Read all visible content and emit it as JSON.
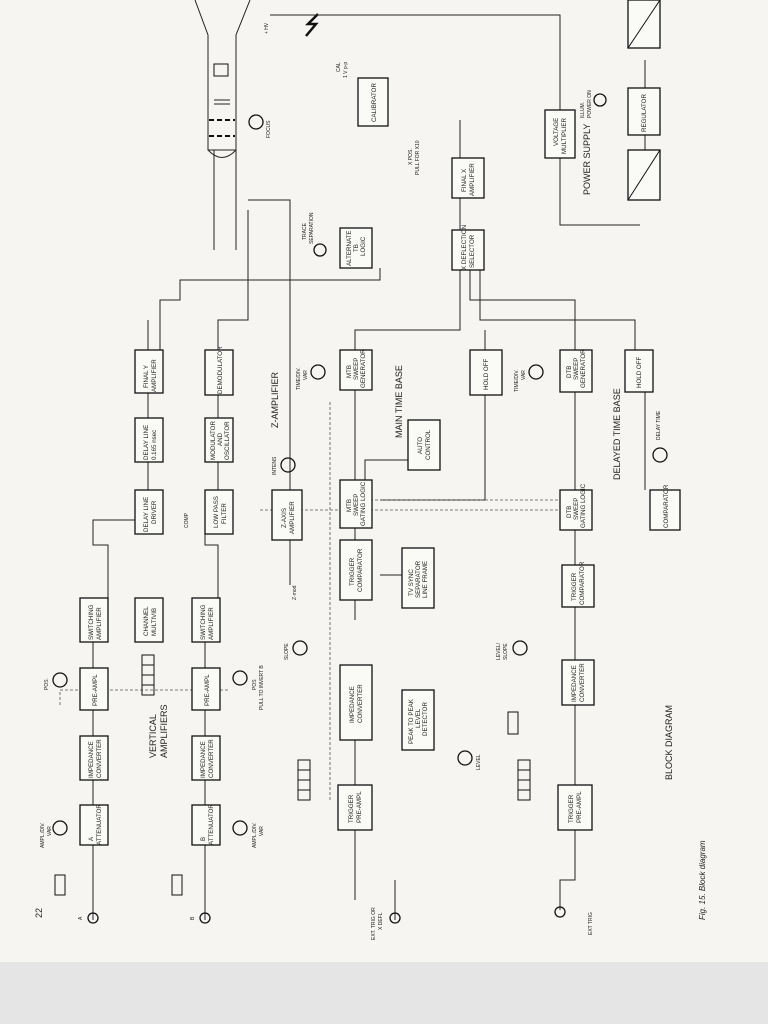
{
  "page": {
    "page_number": "22",
    "caption": "Fig. 15. Block diagram",
    "heading": "BLOCK DIAGRAM"
  },
  "sections": {
    "vertical_amplifiers": [
      "VERTICAL",
      "AMPLIFIERS"
    ],
    "main_time_base": "MAIN TIME BASE",
    "delayed_time_base": "DELAYED TIME BASE",
    "z_amplifier": "Z-AMPLIFIER",
    "power_supply": "POWER SUPPLY"
  },
  "blocks": {
    "a_attenuator": [
      "A",
      "ATTENUATOR"
    ],
    "a_impedance": [
      "IMPEDANCE",
      "CONVERTER"
    ],
    "a_preampl": [
      "PRE-AMPL"
    ],
    "a_switching": [
      "SWITCHING",
      "AMPLIFIER"
    ],
    "delay_line_driver": [
      "DELAY LINE",
      "DRIVER"
    ],
    "delay_line": [
      "DELAY LINE",
      "0.165 nsec"
    ],
    "final_y": [
      "FINAL Y",
      "AMPLIFIER"
    ],
    "channel_multivib": [
      "CHANNEL",
      "MULTIVIB"
    ],
    "low_pass": [
      "LOW PASS",
      "FILTER"
    ],
    "modulator": [
      "MODULATOR",
      "AND",
      "OSCILLATOR"
    ],
    "demodulator": [
      "DEMODULATOR"
    ],
    "b_attenuator": [
      "B",
      "ATTENUATOR"
    ],
    "b_impedance": [
      "IMPEDANCE",
      "CONVERTER"
    ],
    "b_preampl": [
      "PRE-AMPL"
    ],
    "b_switching": [
      "SWITCHING",
      "AMPLIFIER"
    ],
    "z_axis_amp": [
      "Z-AXIS",
      "AMPLIFIER"
    ],
    "trigger_preampl_m": [
      "TRIGGER",
      "PRE-AMPL"
    ],
    "impedance_m": [
      "IMPEDANCE",
      "CONVERTER"
    ],
    "trigger_comp_m": [
      "TRIGGER",
      "COMPARATOR"
    ],
    "tv_sync": [
      "TV SYNC",
      "SEPARATOR",
      "LINE FRAME"
    ],
    "peak_detector": [
      "PEAK TO PEAK",
      "LEVEL",
      "DETECTOR"
    ],
    "mtb_gating": [
      "MTB",
      "SWEEP",
      "GATING LOGIC"
    ],
    "auto_control": [
      "AUTO",
      "CONTROL"
    ],
    "mtb_sweep_gen": [
      "MTB",
      "SWEEP",
      "GENERATOR"
    ],
    "hold_off_m": [
      "HOLD OFF"
    ],
    "alt_tb_logic": [
      "ALTERNATE",
      "TB",
      "LOGIC"
    ],
    "x_selector": [
      "X DEFLECTION",
      "SELECTOR"
    ],
    "final_x": [
      "FINAL X",
      "AMPLIFIER"
    ],
    "calibrator": [
      "CALIBRATOR"
    ],
    "voltage_multiplier": [
      "VOLTAGE",
      "MULTIPLIER"
    ],
    "trigger_preampl_d": [
      "TRIGGER",
      "PRE-AMPL"
    ],
    "impedance_d": [
      "IMPEDANCE",
      "CONVERTER"
    ],
    "trigger_comp_d": [
      "TRIGGER",
      "COMPARATOR"
    ],
    "dtb_gating": [
      "DTB",
      "SWEEP",
      "GATING LOGIC"
    ],
    "comparator_d": [
      "COMPARATOR"
    ],
    "dtb_sweep_gen": [
      "DTB",
      "SWEEP",
      "GENERATOR"
    ],
    "hold_off_d": [
      "HOLD OFF"
    ],
    "regulator": [
      "REGULATOR"
    ]
  },
  "labels": {
    "ampl_div_var": [
      "AMPL./DIV.",
      "VAR"
    ],
    "pos": "POS.",
    "pull_invert": [
      "POS",
      "PULL TO INVERT B"
    ],
    "ampl_div_var_b": [
      "AMPL./DIV.",
      "VAR"
    ],
    "input_a": "A",
    "input_b": "B",
    "ext_trig": [
      "EXT. TRIG OR",
      "X DEFL"
    ],
    "ext_trig_d": "EXT TRIG",
    "focus": "FOCUS",
    "cal": [
      "CAL",
      "1 V p-p"
    ],
    "x_pos": [
      "X POS.",
      "PULL FOR X10"
    ],
    "trace_sep": [
      "TRACE",
      "SEPARATION"
    ],
    "intens": "INTENS",
    "timediv_var": [
      "TIME/DIV.",
      "VAR"
    ],
    "timediv_d": [
      "TIME/DIV.",
      "VAR"
    ],
    "delay_time": "DELAY TIME",
    "slope": "SLOPE",
    "level": "LEVEL",
    "level_slope": [
      "LEVEL/",
      "SLOPE"
    ],
    "illum_power": [
      "ILLUM.",
      "POWER ON"
    ],
    "z_mod": "Z-mod",
    "comp": "COMP",
    "high_voltage": "+ HV"
  }
}
